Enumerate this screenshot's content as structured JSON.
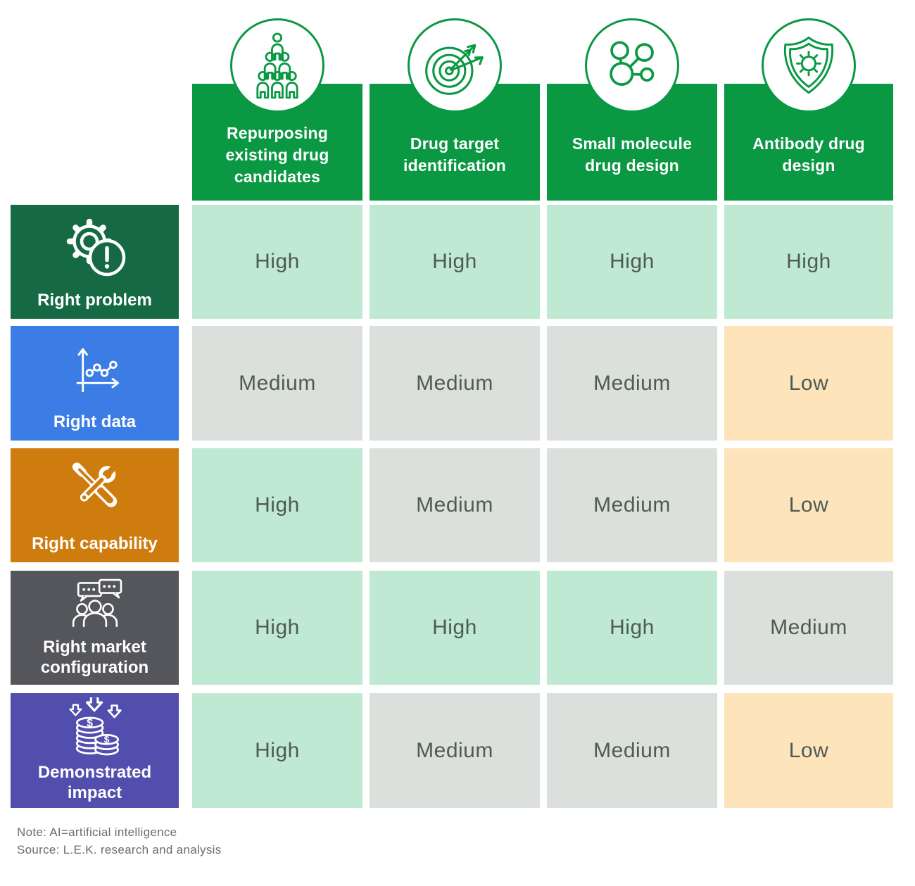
{
  "matrix": {
    "columns": [
      {
        "label": "Repurposing existing drug candidates",
        "icon": "people-pyramid-icon"
      },
      {
        "label": "Drug target identification",
        "icon": "target-arrows-icon"
      },
      {
        "label": "Small molecule drug design",
        "icon": "molecule-icon"
      },
      {
        "label": "Antibody drug design",
        "icon": "shield-virus-icon"
      }
    ],
    "rows": [
      {
        "label": "Right problem",
        "icon": "gear-alert-icon",
        "color": "#156a43",
        "cells": [
          "High",
          "High",
          "High",
          "High"
        ]
      },
      {
        "label": "Right data",
        "icon": "line-chart-icon",
        "color": "#3b7de4",
        "cells": [
          "Medium",
          "Medium",
          "Medium",
          "Low"
        ]
      },
      {
        "label": "Right capability",
        "icon": "crossed-tools-icon",
        "color": "#cf7c0e",
        "cells": [
          "High",
          "Medium",
          "Medium",
          "Low"
        ]
      },
      {
        "label": "Right market configuration",
        "icon": "people-chat-icon",
        "color": "#54565b",
        "cells": [
          "High",
          "High",
          "High",
          "Medium"
        ]
      },
      {
        "label": "Demonstrated impact",
        "icon": "coins-arrows-icon",
        "color": "#514eae",
        "cells": [
          "High",
          "Medium",
          "Medium",
          "Low"
        ]
      }
    ]
  },
  "level_colors": {
    "High": "#bfe9d3",
    "Medium": "#dce0dd",
    "Low": "#fde4bb"
  },
  "theme": {
    "header_green": "#0a9843",
    "cell_text": "#4e5b55",
    "note_text": "#6a6c70"
  },
  "notes": {
    "note": "Note: AI=artificial intelligence",
    "source": "Source: L.E.K. research and analysis"
  },
  "chart_data": {
    "type": "table",
    "title": "",
    "columns": [
      "Repurposing existing drug candidates",
      "Drug target identification",
      "Small molecule drug design",
      "Antibody drug design"
    ],
    "rows": [
      "Right problem",
      "Right data",
      "Right capability",
      "Right market configuration",
      "Demonstrated impact"
    ],
    "values": [
      [
        "High",
        "High",
        "High",
        "High"
      ],
      [
        "Medium",
        "Medium",
        "Medium",
        "Low"
      ],
      [
        "High",
        "Medium",
        "Medium",
        "Low"
      ],
      [
        "High",
        "High",
        "High",
        "Medium"
      ],
      [
        "High",
        "Medium",
        "Medium",
        "Low"
      ]
    ],
    "value_scale": [
      "Low",
      "Medium",
      "High"
    ]
  }
}
